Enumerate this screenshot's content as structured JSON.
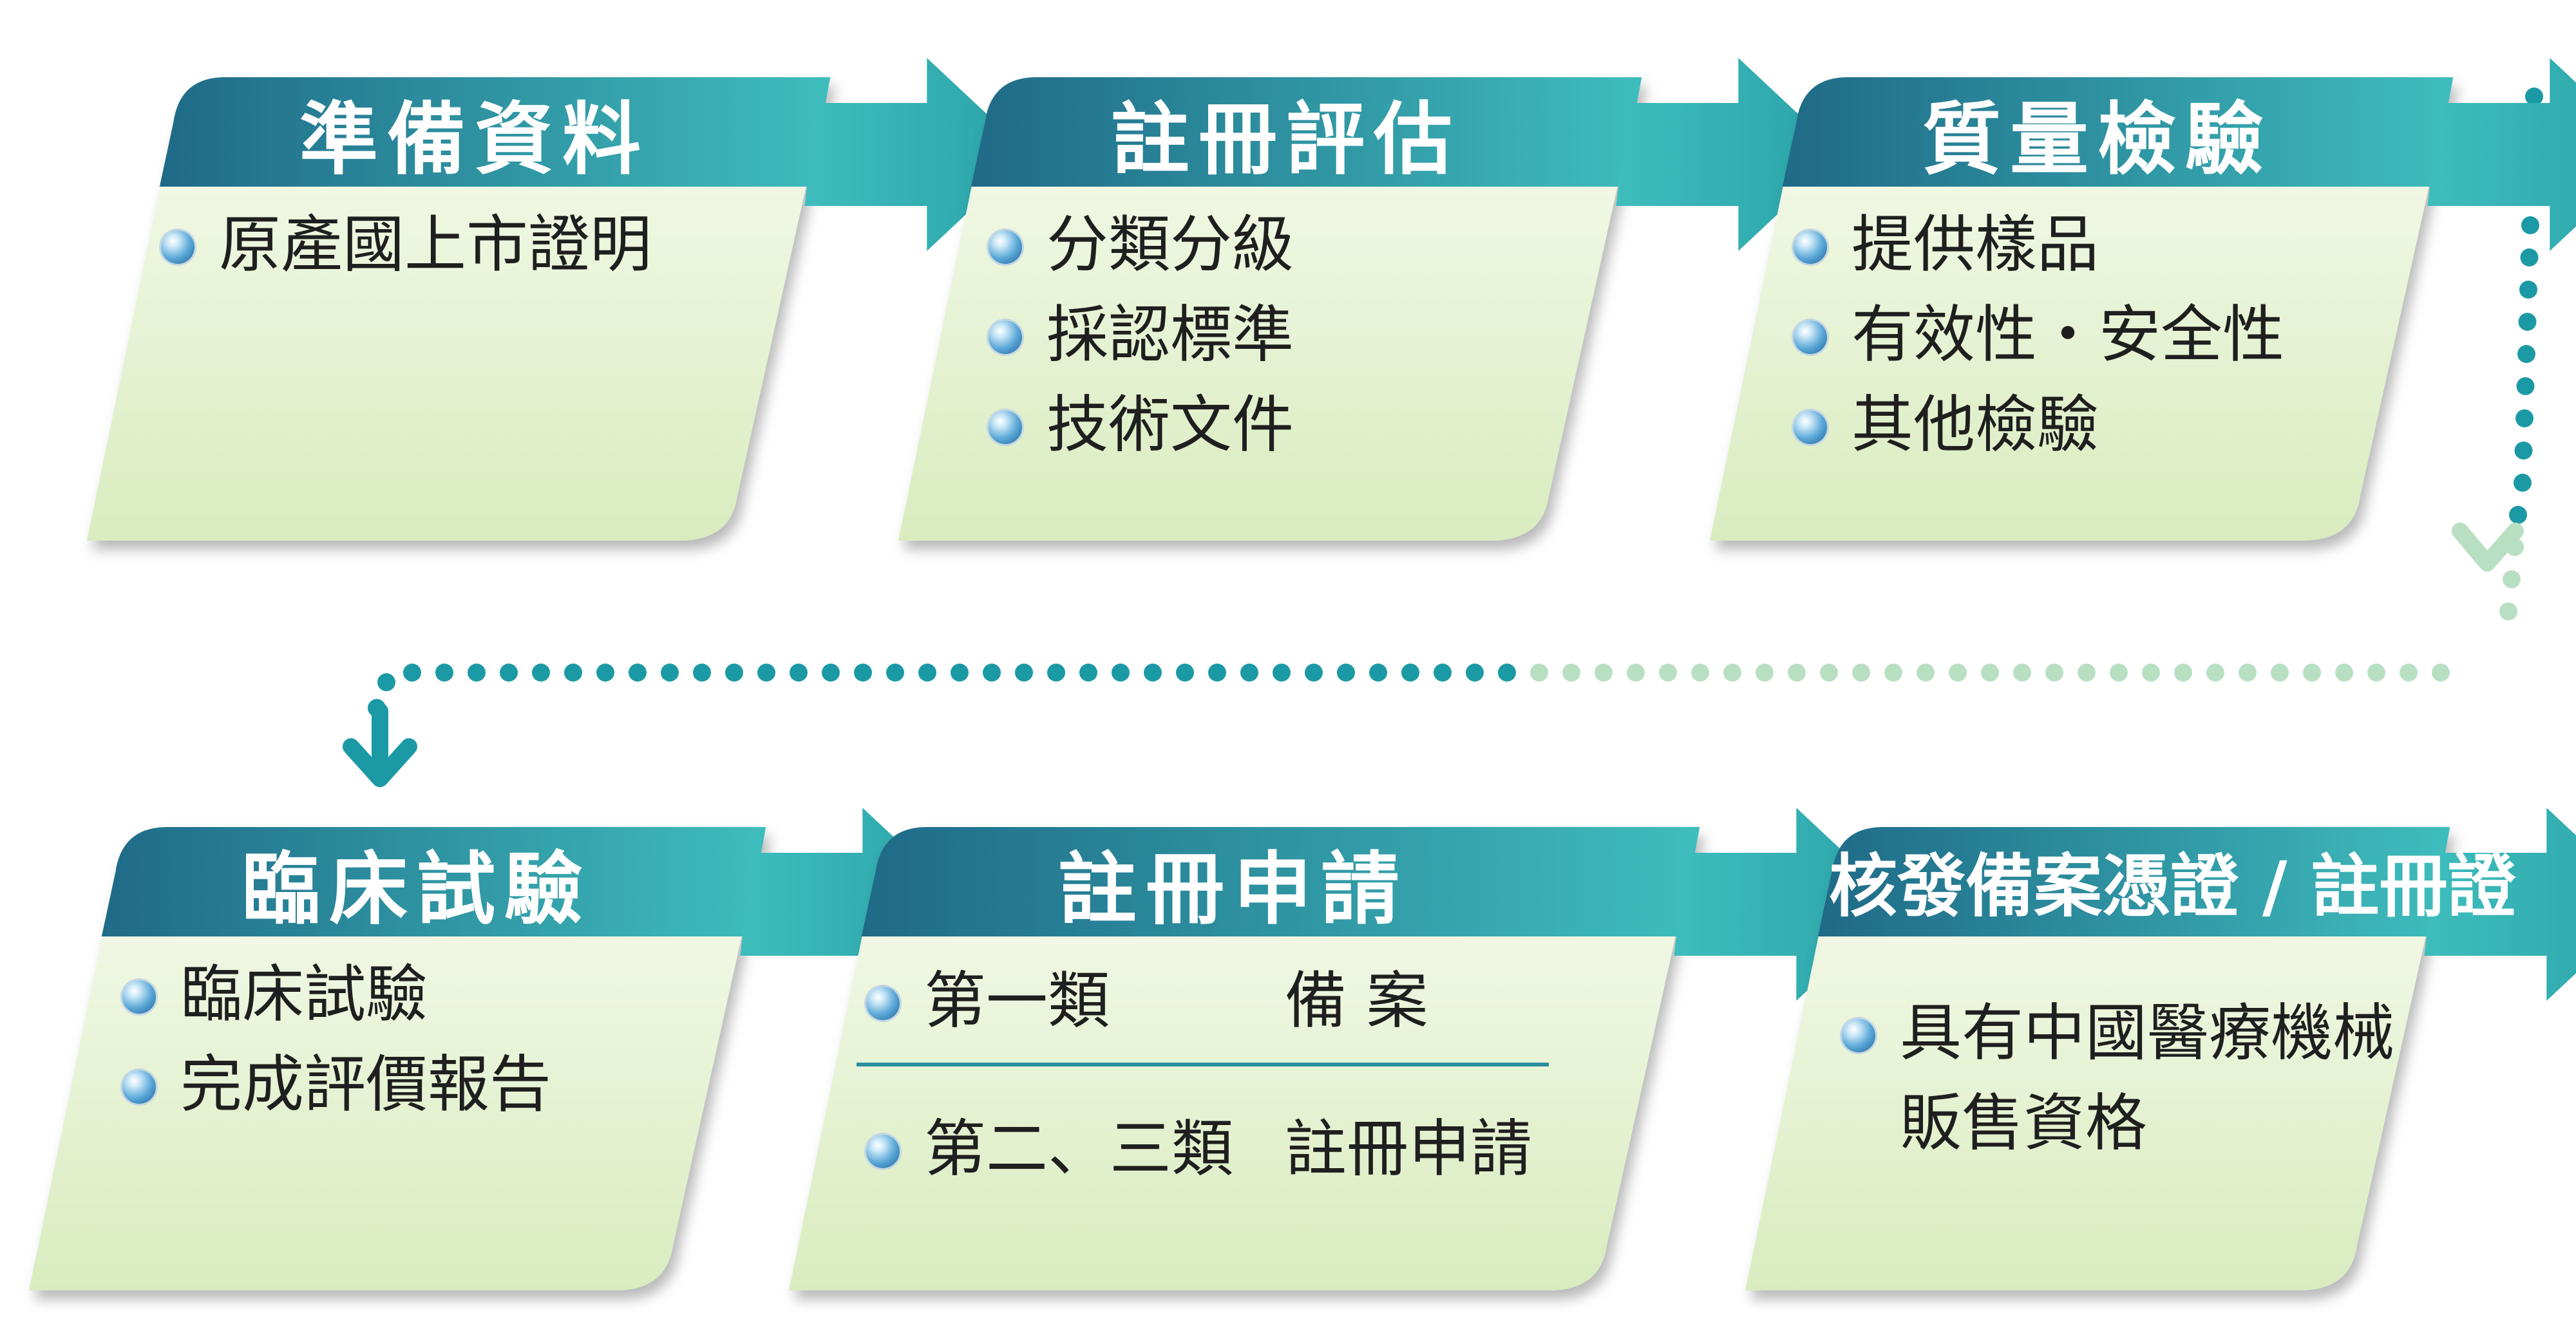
{
  "steps": [
    {
      "title": "準備資料",
      "items": [
        "原產國上市證明"
      ]
    },
    {
      "title": "註冊評估",
      "items": [
        "分類分級",
        "採認標準",
        "技術文件"
      ]
    },
    {
      "title": "質量檢驗",
      "items": [
        "提供樣品",
        "有效性・安全性",
        "其他檢驗"
      ]
    },
    {
      "title": "臨床試驗",
      "items": [
        "臨床試驗",
        "完成評價報告"
      ]
    },
    {
      "title": "註冊申請",
      "rows": [
        {
          "category": "第一類",
          "action": "備 案"
        },
        {
          "category": "第二、三類",
          "action": "註冊申請"
        }
      ]
    },
    {
      "title": "核發備案憑證 / 註冊證",
      "items": [
        "具有中國醫療機械",
        "販售資格"
      ]
    }
  ],
  "colors": {
    "header_dark": "#1f6a87",
    "header_light": "#3fbdbd",
    "arrow": "#2aa3a8",
    "card_top": "#f7fbef",
    "card_bottom": "#d9ecbf",
    "dots_dark": "#1b9aa5",
    "dots_light": "#b9dfc2"
  }
}
